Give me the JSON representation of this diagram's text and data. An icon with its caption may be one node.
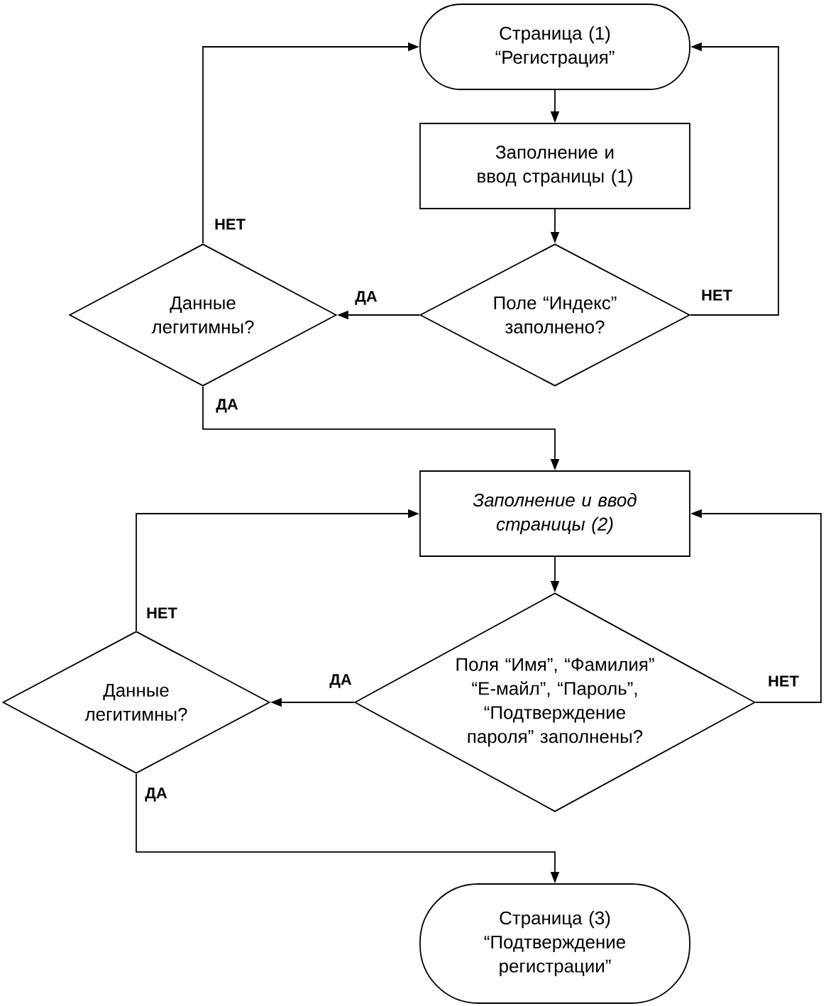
{
  "diagram": {
    "nodes": [
      {
        "text": [
          "Страница (1) “Регистрация”"
        ]
      },
      {
        "text": [
          "Заполнение и ввод страницы (1)"
        ]
      },
      {
        "text": [
          "Поле “Индекс” заполнено?"
        ]
      },
      {
        "text": [
          "Данные легитимны?"
        ]
      },
      {
        "text": [
          "Заполнение и ввод страницы (2)"
        ]
      },
      {
        "text": [
          "Поля “Имя”, “Фамилия” “Е-майл”, “Пароль”, “Подтверждение пароля” заполнены?"
        ]
      },
      {
        "text": [
          "Данные легитимны?"
        ]
      },
      {
        "text": [
          "Страница (3) “Подтверждение регистрации”"
        ]
      }
    ],
    "edges": [
      {
        "from": 0,
        "to": 1,
        "arrow": "to"
      },
      {
        "from": 1,
        "to": 2,
        "arrow": "to"
      },
      {
        "from": 2,
        "to": 3,
        "arrow": "to",
        "label": "ДА"
      },
      {
        "from": 2,
        "to": 0,
        "arrow": "to",
        "label": "НЕТ"
      },
      {
        "from": 3,
        "to": 0,
        "arrow": "to",
        "label": "НЕТ"
      },
      {
        "from": 3,
        "to": 4,
        "arrow": "to",
        "label": "ДА"
      },
      {
        "from": 4,
        "to": 5,
        "arrow": "to"
      },
      {
        "from": 5,
        "to": 6,
        "arrow": "to",
        "label": "ДА"
      },
      {
        "from": 5,
        "to": 4,
        "arrow": "to",
        "label": "НЕТ"
      },
      {
        "from": 6,
        "to": 4,
        "arrow": "to",
        "label": "НЕТ"
      },
      {
        "from": 6,
        "to": 7,
        "arrow": "to",
        "label": "ДА"
      }
    ]
  }
}
